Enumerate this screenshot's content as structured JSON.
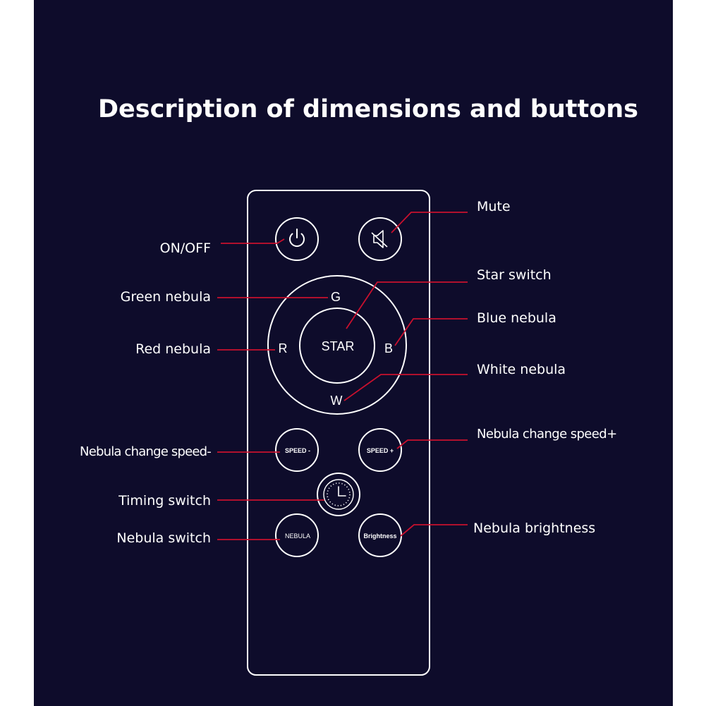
{
  "title": "Description of dimensions and buttons",
  "colors": {
    "background": "#0e0c2b",
    "outline": "#ffffff",
    "leader": "#c8102e"
  },
  "remote": {
    "power_icon": "power-icon",
    "mute_icon": "speaker-mute-icon",
    "timer_icon": "clock-icon",
    "ring_letters": {
      "top": "G",
      "left": "R",
      "right": "B",
      "bottom": "W"
    },
    "center_label": "STAR",
    "speed_minus_label": "SPEED -",
    "speed_plus_label": "SPEED +",
    "nebula_label": "NEBULA",
    "brightness_label": "Brightness"
  },
  "callouts": {
    "on_off": "ON/OFF",
    "green_nebula": "Green nebula",
    "red_nebula": "Red nebula",
    "speed_minus": "Nebula change speed-",
    "timing_switch": "Timing switch",
    "nebula_switch": "Nebula switch",
    "mute": "Mute",
    "star_switch": "Star switch",
    "blue_nebula": "Blue nebula",
    "white_nebula": "White nebula",
    "speed_plus": "Nebula change speed+",
    "nebula_brightness": "Nebula brightness"
  }
}
